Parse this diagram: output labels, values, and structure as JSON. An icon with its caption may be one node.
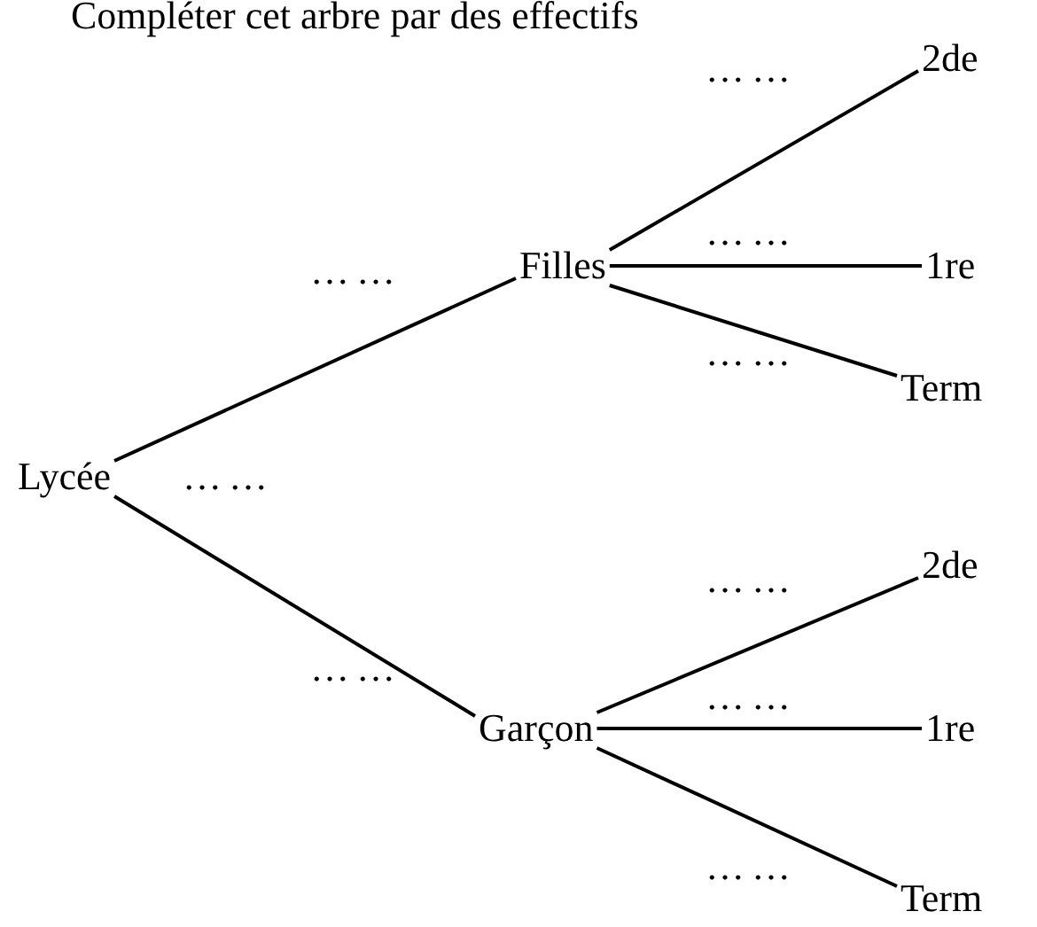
{
  "diagram": {
    "title": "Compléter cet arbre par des effectifs",
    "nodes": [
      {
        "text": [
          "Lycée"
        ],
        "beside": [
          "……"
        ]
      },
      {
        "text": [
          "Filles"
        ]
      },
      {
        "text": [
          "2de"
        ]
      },
      {
        "text": [
          "1re"
        ]
      },
      {
        "text": [
          "Term"
        ]
      },
      {
        "text": [
          "Garçon"
        ]
      },
      {
        "text": [
          "2de"
        ]
      },
      {
        "text": [
          "1re"
        ]
      },
      {
        "text": [
          "Term"
        ]
      }
    ],
    "edges": [
      {
        "from": 0,
        "to": 1,
        "arrow": "none",
        "label": "……"
      },
      {
        "from": 1,
        "to": 2,
        "arrow": "none",
        "label": "……"
      },
      {
        "from": 1,
        "to": 3,
        "arrow": "none",
        "label": "……"
      },
      {
        "from": 1,
        "to": 4,
        "arrow": "none",
        "label": "……"
      },
      {
        "from": 0,
        "to": 5,
        "arrow": "none",
        "label": "……"
      },
      {
        "from": 5,
        "to": 6,
        "arrow": "none",
        "label": "……"
      },
      {
        "from": 5,
        "to": 7,
        "arrow": "none",
        "label": "……"
      },
      {
        "from": 5,
        "to": 8,
        "arrow": "none",
        "label": "……"
      }
    ]
  }
}
